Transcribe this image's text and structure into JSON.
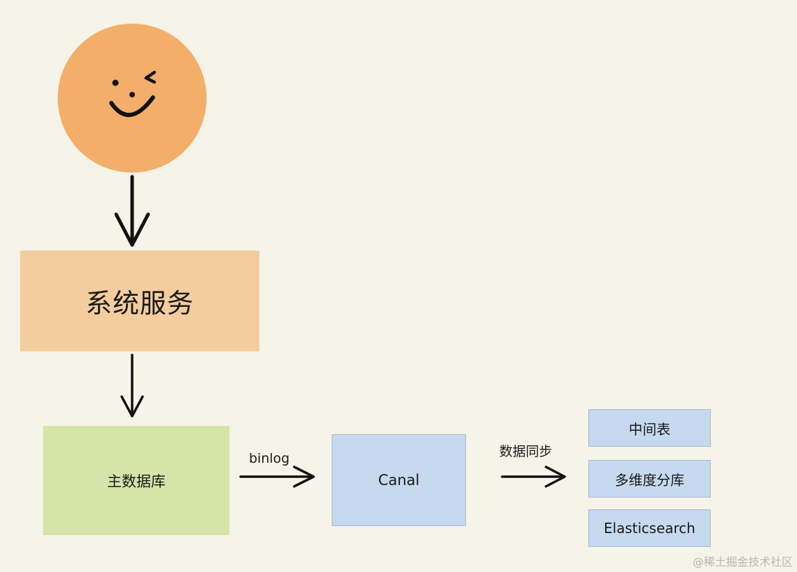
{
  "nodes": {
    "service": {
      "label": "系统服务"
    },
    "main_db": {
      "label": "主数据库"
    },
    "canal": {
      "label": "Canal"
    },
    "targets": [
      {
        "label": "中间表"
      },
      {
        "label": "多维度分库"
      },
      {
        "label": "Elasticsearch"
      }
    ]
  },
  "edges": {
    "binlog_label": "binlog",
    "sync_label": "数据同步"
  },
  "watermark": "@稀土掘金技术社区",
  "icons": {
    "user": "winking-smiley-face-icon"
  },
  "colors": {
    "background": "#f6f3e8",
    "face": "#f3ae6a",
    "service": "#f3cd9d",
    "main_db": "#d5e5a9",
    "canal": "#c5d9ef",
    "targets": "#c5d9ef",
    "arrow": "#111111"
  }
}
